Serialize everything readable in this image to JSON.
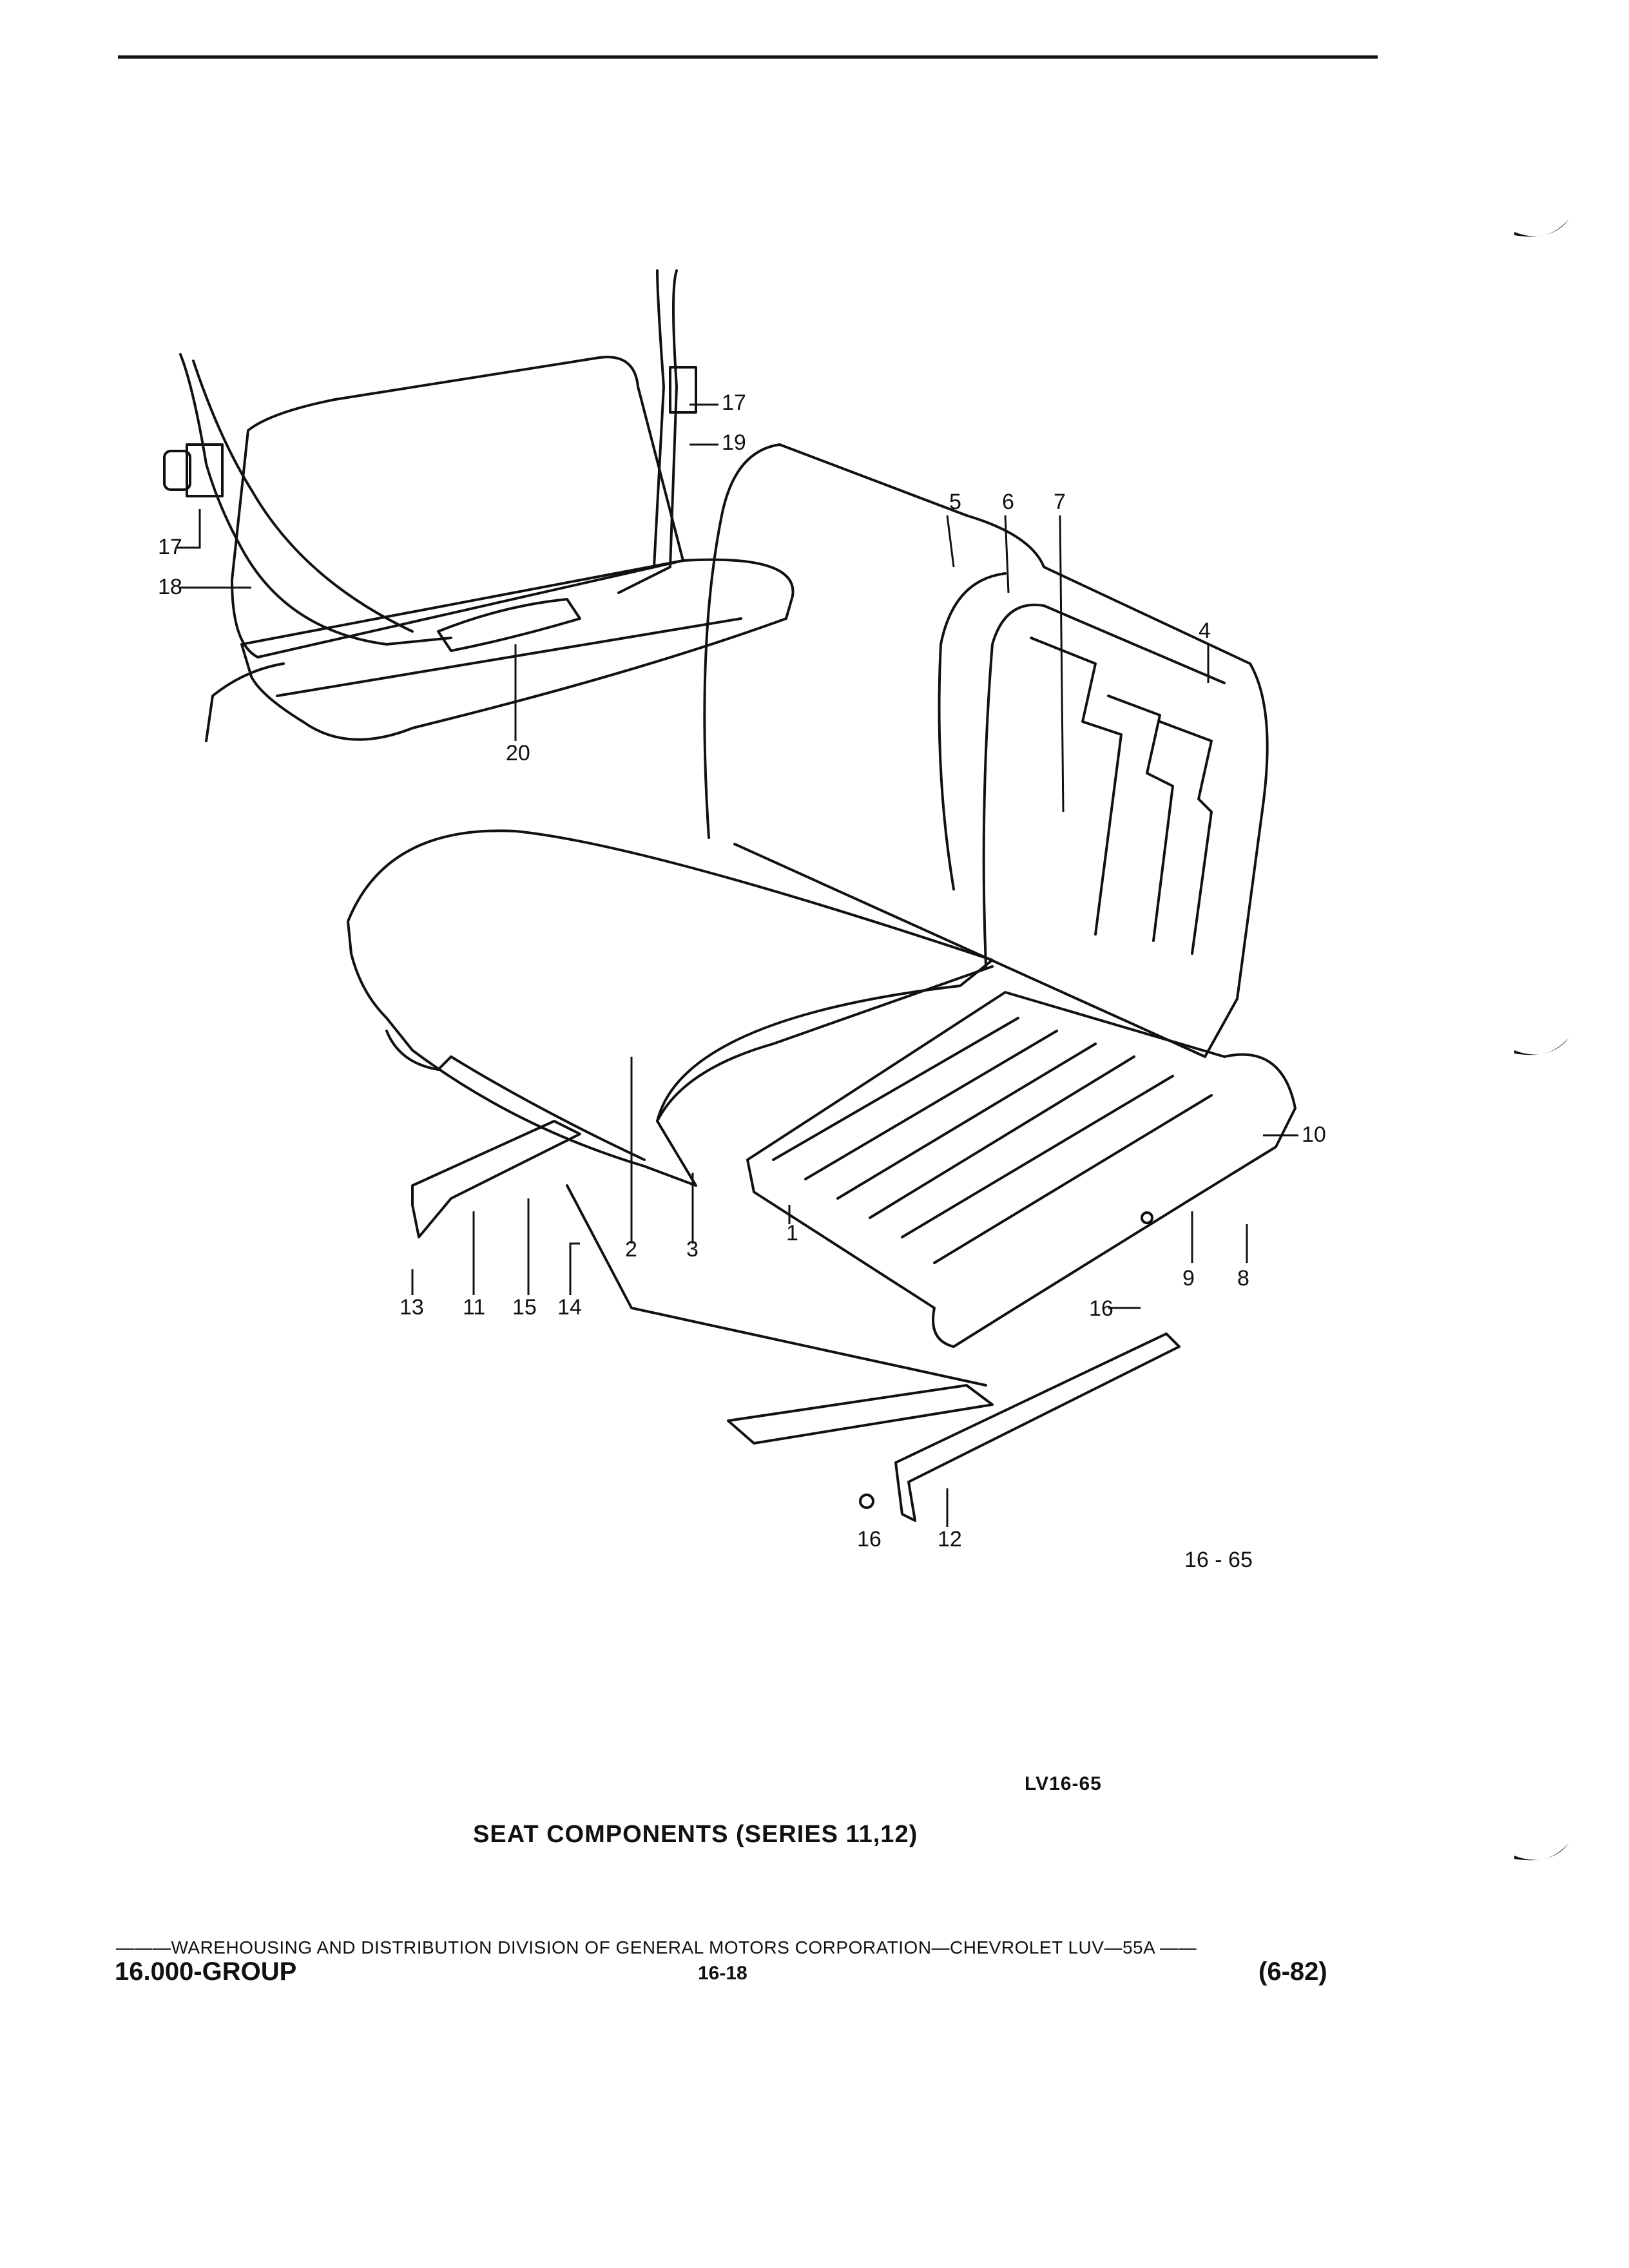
{
  "figure": {
    "labels": {
      "l1": "1",
      "l2": "2",
      "l3": "3",
      "l4": "4",
      "l5": "5",
      "l6": "6",
      "l7": "7",
      "l8": "8",
      "l9": "9",
      "l10": "10",
      "l11": "11",
      "l12": "12",
      "l13": "13",
      "l14": "14",
      "l15": "15",
      "l16a": "16",
      "l16b": "16",
      "l17a": "17",
      "l17b": "17",
      "l18": "18",
      "l19": "19",
      "l20": "20"
    },
    "inner_ref": "16 - 65"
  },
  "ref_code": "LV16-65",
  "title": "SEAT COMPONENTS (SERIES 11,12)",
  "footer": {
    "line": "———WAREHOUSING AND DISTRIBUTION  DIVISION OF GENERAL MOTORS CORPORATION—CHEVROLET LUV—55A  ——",
    "group": "16.000-GROUP",
    "page": "16-18",
    "date": "(6-82)"
  }
}
